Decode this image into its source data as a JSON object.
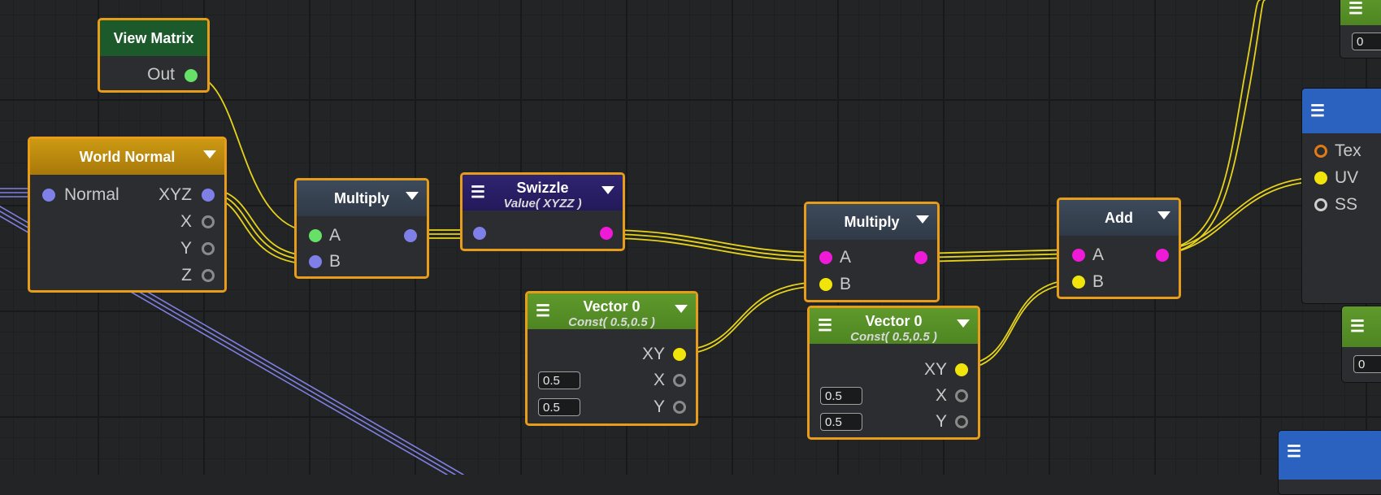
{
  "nodes": {
    "view_matrix": {
      "title": "View Matrix",
      "out": "Out"
    },
    "world_normal": {
      "title": "World Normal",
      "in": "Normal",
      "outs": [
        "XYZ",
        "X",
        "Y",
        "Z"
      ]
    },
    "multiply1": {
      "title": "Multiply",
      "ins": [
        "A",
        "B"
      ]
    },
    "swizzle": {
      "title": "Swizzle",
      "subtitle": "Value( XYZZ )"
    },
    "multiply2": {
      "title": "Multiply",
      "ins": [
        "A",
        "B"
      ]
    },
    "vector0_a": {
      "title": "Vector 0",
      "subtitle": "Const( 0.5,0.5 )",
      "outs": [
        "XY",
        "X",
        "Y"
      ],
      "x_value": "0.5",
      "y_value": "0.5"
    },
    "vector0_b": {
      "title": "Vector 0",
      "subtitle": "Const( 0.5,0.5 )",
      "outs": [
        "XY",
        "X",
        "Y"
      ],
      "x_value": "0.5",
      "y_value": "0.5"
    },
    "add": {
      "title": "Add",
      "ins": [
        "A",
        "B"
      ]
    },
    "texture_sample": {
      "ins": [
        "Tex",
        "UV",
        "SS"
      ]
    },
    "edge_top": {
      "value": "0"
    },
    "edge_mid": {
      "value": "0"
    }
  },
  "colors": {
    "border_selected": "#e79c1a",
    "wire_yellow": "#e6d21a",
    "wire_blue": "#7f7fe0",
    "pin_green": "#66e066",
    "pin_blue": "#7f7fe8",
    "pin_magenta": "#ee1ad8",
    "pin_yellow": "#f0e40a"
  },
  "icons": [
    "menu-icon",
    "dropdown-arrow-icon"
  ]
}
